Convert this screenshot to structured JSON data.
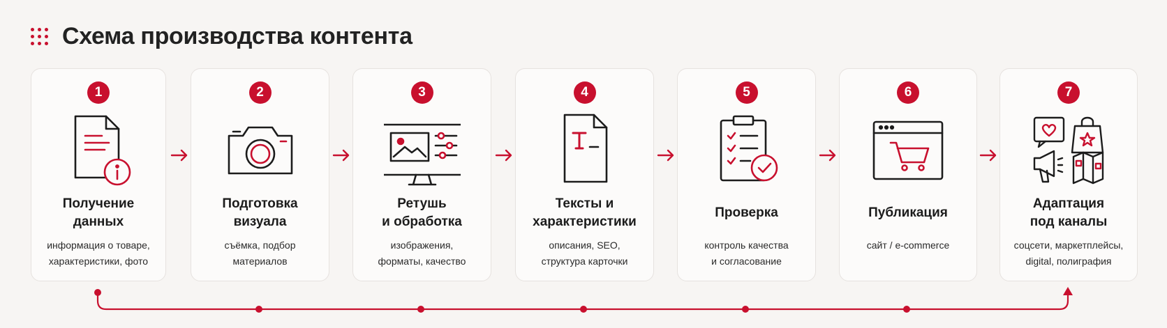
{
  "header": {
    "title": "Схема производства контента"
  },
  "accent_color": "#c8102e",
  "steps": [
    {
      "num": "1",
      "title": "Получение\nданных",
      "desc": "информация о товаре,\nхарактеристики, фото",
      "icon": "document-info-icon"
    },
    {
      "num": "2",
      "title": "Подготовка\nвизуала",
      "desc": "съёмка, подбор\nматериалов",
      "icon": "camera-icon"
    },
    {
      "num": "3",
      "title": "Ретушь\nи обработка",
      "desc": "изображения,\nформаты, качество",
      "icon": "monitor-image-edit-icon"
    },
    {
      "num": "4",
      "title": "Тексты и\nхарактеристики",
      "desc": "описания, SEO,\nструктура карточки",
      "icon": "text-document-icon"
    },
    {
      "num": "5",
      "title": "Проверка",
      "desc": "контроль качества\nи согласование",
      "icon": "checklist-clipboard-icon"
    },
    {
      "num": "6",
      "title": "Публикация",
      "desc": "сайт / e-commerce",
      "icon": "browser-cart-icon"
    },
    {
      "num": "7",
      "title": "Адаптация\nпод каналы",
      "desc": "соцсети, маркетплейсы,\ndigital, полиграфия",
      "icon": "channels-icon"
    }
  ]
}
